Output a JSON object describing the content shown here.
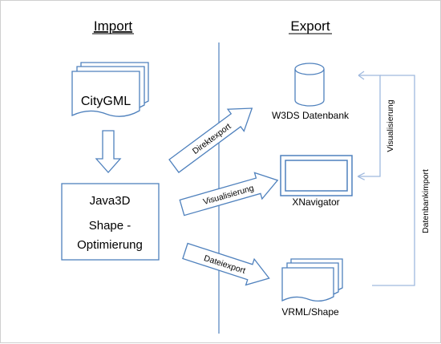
{
  "headers": {
    "import": "Import",
    "export": "Export"
  },
  "import_side": {
    "source_doc": "CityGML",
    "process_line1": "Java3D",
    "process_line2": "Shape -",
    "process_line3": "Optimierung"
  },
  "arrows": {
    "direct": "Direktexport",
    "visual": "Visualisierung",
    "file": "Dateiexport"
  },
  "targets": {
    "db": "W3DS Datenbank",
    "viewer": "XNavigator",
    "files": "VRML/Shape"
  },
  "feedback": {
    "visual": "Visualisierung",
    "dbimport": "Datenbankimport"
  },
  "colors": {
    "shape_border": "#4f81bd",
    "divider": "#4f81bd",
    "feedback_line": "#9fb9de",
    "text": "#000000"
  }
}
